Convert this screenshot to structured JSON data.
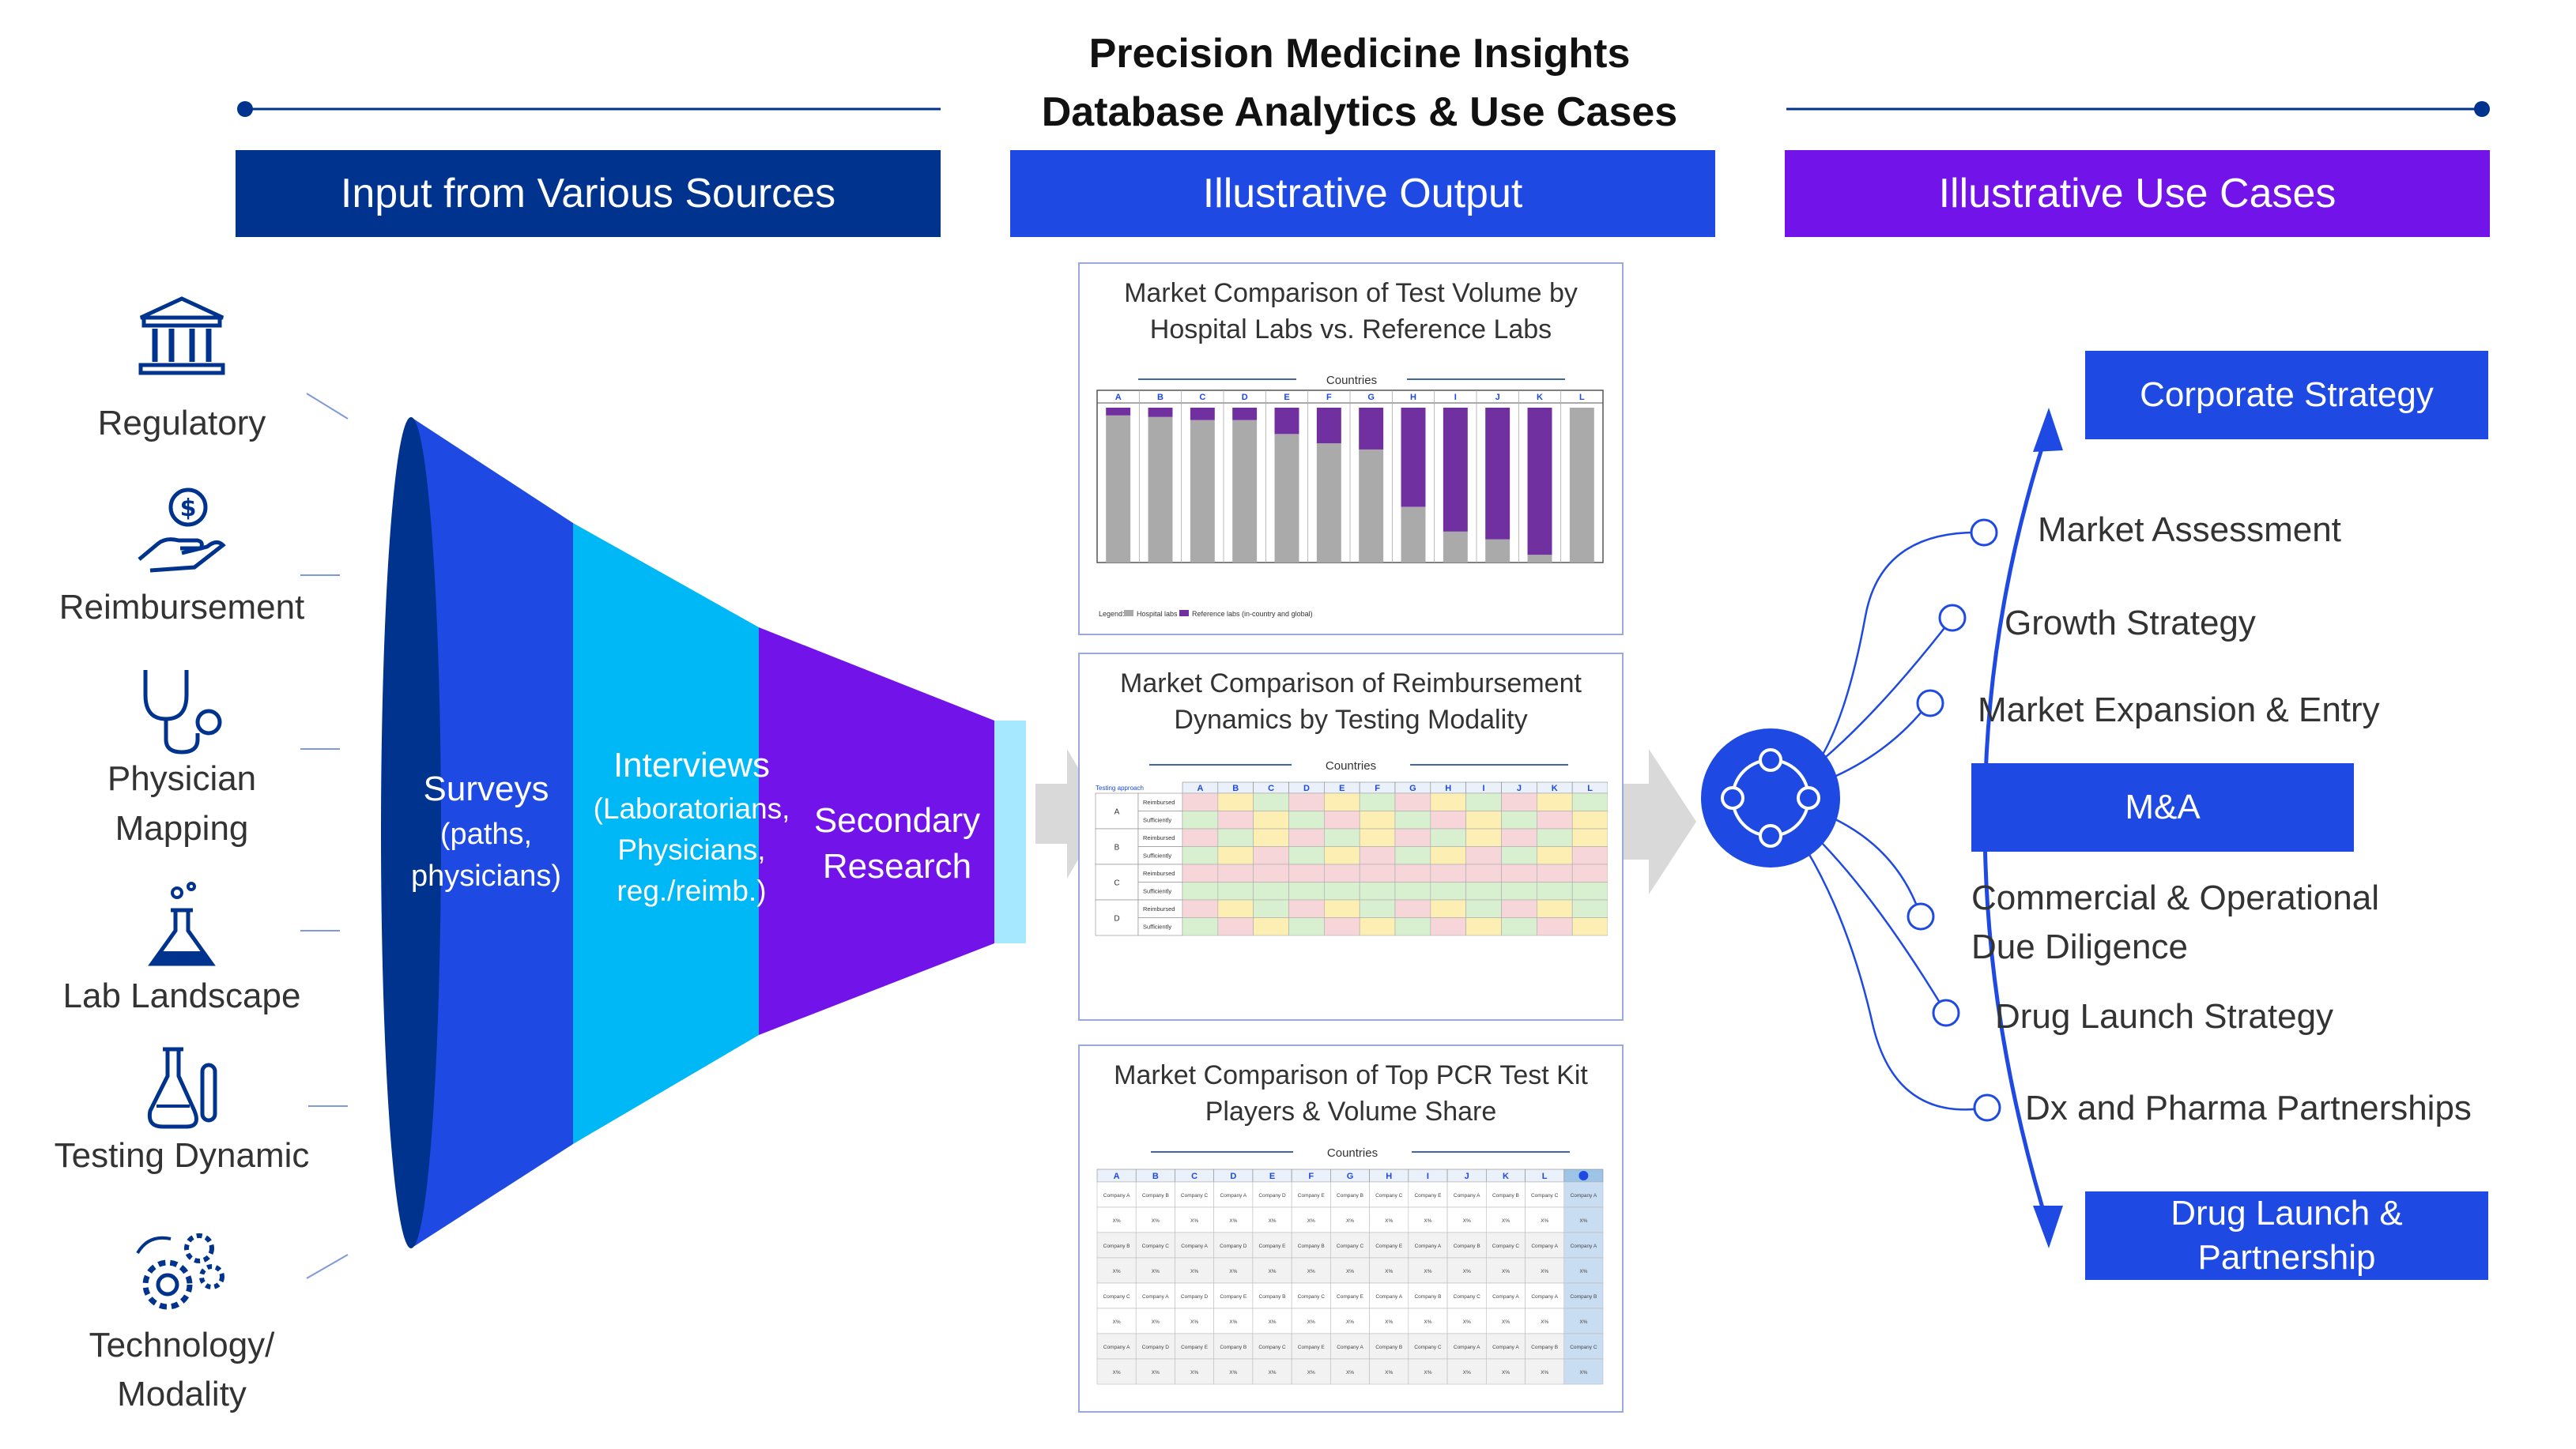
{
  "title": {
    "line1": "Precision Medicine Insights",
    "line2": "Database Analytics & Use Cases"
  },
  "headers": {
    "input": "Input from Various Sources",
    "output": "Illustrative Output",
    "usecases": "Illustrative Use Cases"
  },
  "colors": {
    "dark_blue": "#00338D",
    "blue": "#1E49E2",
    "cyan": "#00B8F5",
    "purple": "#7213EA",
    "light_cyan": "#A6E8FF"
  },
  "sources": [
    {
      "label": "Regulatory",
      "icon": "bank-icon"
    },
    {
      "label": "Reimbursement",
      "icon": "money-hand-icon"
    },
    {
      "label_l1": "Physician",
      "label_l2": "Mapping",
      "icon": "stethoscope-icon"
    },
    {
      "label": "Lab Landscape",
      "icon": "flask-icon"
    },
    {
      "label": "Testing Dynamic",
      "icon": "lab-tubes-icon"
    },
    {
      "label_l1": "Technology/",
      "label_l2": "Modality",
      "icon": "gears-icon"
    }
  ],
  "funnel": {
    "surveys": {
      "title": "Surveys",
      "sub1": "(paths,",
      "sub2": "physicians)"
    },
    "interviews": {
      "title": "Interviews",
      "sub1": "(Laboratorians,",
      "sub2": "Physicians,",
      "sub3": "reg./reimb.)"
    },
    "secondary": {
      "l1": "Secondary",
      "l2": "Research"
    }
  },
  "panels": {
    "p1": {
      "l1": "Market Comparison of Test Volume by",
      "l2": "Hospital Labs vs. Reference Labs",
      "subtitle": "Countries",
      "legend": "Legend:",
      "legend_a": "Hospital labs",
      "legend_b": "Reference labs (in-country and global)"
    },
    "p2": {
      "l1": "Market Comparison of Reimbursement",
      "l2": "Dynamics by Testing Modality",
      "subtitle": "Countries",
      "corner": "Testing approach",
      "row_a": "Reimbursed",
      "row_b": "Sufficiently"
    },
    "p3": {
      "l1": "Market Comparison of Top PCR Test Kit",
      "l2": "Players & Volume Share",
      "subtitle": "Countries",
      "pct": "X%"
    }
  },
  "country_cols": [
    "A",
    "B",
    "C",
    "D",
    "E",
    "F",
    "G",
    "H",
    "I",
    "J",
    "K",
    "L"
  ],
  "modality_rows": [
    "A",
    "B",
    "C",
    "D"
  ],
  "companies": [
    "Company A",
    "Company B",
    "Company C",
    "Company A",
    "Company D",
    "Company E",
    "Company B",
    "Company C",
    "Company E",
    "Company A",
    "Company B",
    "Company C",
    "Company A"
  ],
  "chart_data": {
    "type": "bar",
    "categories": [
      "A",
      "B",
      "C",
      "D",
      "E",
      "F",
      "G",
      "H",
      "I",
      "J",
      "K",
      "L"
    ],
    "series": [
      {
        "name": "Hospital labs",
        "values": [
          95,
          94,
          92,
          92,
          83,
          77,
          73,
          36,
          20,
          15,
          5,
          100
        ]
      },
      {
        "name": "Reference labs (in-country and global)",
        "values": [
          5,
          6,
          8,
          8,
          17,
          23,
          27,
          64,
          80,
          85,
          95,
          0
        ]
      }
    ],
    "ylim": [
      0,
      100
    ],
    "title": "Market Comparison of Test Volume by Hospital Labs vs. Reference Labs",
    "xlabel": "Countries",
    "ylabel": ""
  },
  "usecases": {
    "corporate": "Corporate Strategy",
    "market_assessment": "Market Assessment",
    "growth": "Growth Strategy",
    "expansion": "Market Expansion & Entry",
    "mna": "M&A",
    "diligence_l1": "Commercial & Operational",
    "diligence_l2": "Due Diligence",
    "drug_launch_strategy": "Drug Launch Strategy",
    "dx": "Dx and Pharma Partnerships",
    "launch_l1": "Drug Launch &",
    "launch_l2": "Partnership"
  }
}
